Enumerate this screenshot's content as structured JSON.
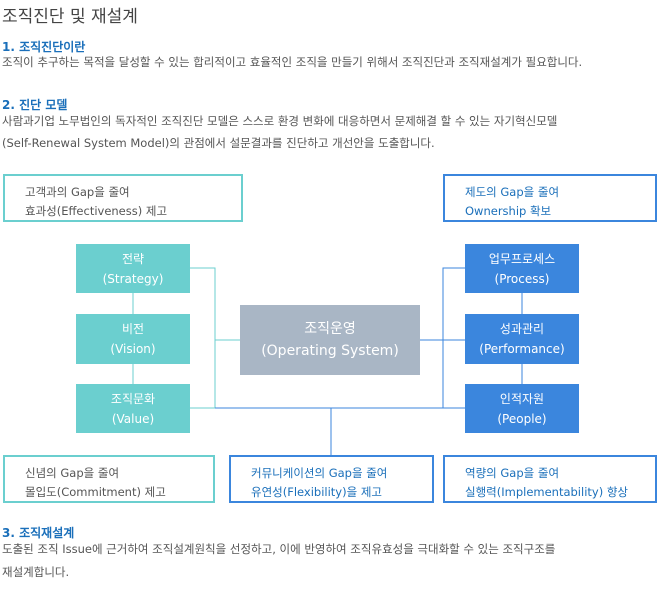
{
  "title": "조직진단 및 재설계",
  "section1": {
    "heading": "1. 조직진단이란",
    "text": "조직이 추구하는 목적을 달성할 수 있는 합리적이고 효율적인 조직을 만들기 위해서 조직진단과 조직재설계가 필요합니다."
  },
  "section2": {
    "heading": "2. 진단 모델",
    "line1": "사람과기업 노무법인의 독자적인 조직진단 모델은 스스로 환경 변화에 대응하면서 문제해결 할 수 있는 자기혁신모델",
    "line2": "(Self-Renewal System Model)의 관점에서 설문결과를 진단하고 개선안을 도출합니다."
  },
  "diagram": {
    "gap_top_left": {
      "line1": "고객과의 Gap을 줄여",
      "line2": "효과성(Effectiveness) 제고"
    },
    "gap_top_right": {
      "line1": "제도의 Gap을 줄여",
      "line2": "Ownership 확보"
    },
    "gap_bottom_left": {
      "line1": "신념의 Gap을 줄여",
      "line2": "몰입도(Commitment) 제고"
    },
    "gap_bottom_center": {
      "line1": "커뮤니케이션의 Gap을 줄여",
      "line2": "유연성(Flexibility)을 제고"
    },
    "gap_bottom_right": {
      "line1": "역량의 Gap을 줄여",
      "line2": "실행력(Implementability) 향상"
    },
    "left_boxes": [
      {
        "ko": "전략",
        "en": "(Strategy)"
      },
      {
        "ko": "비전",
        "en": "(Vision)"
      },
      {
        "ko": "조직문화",
        "en": "(Value)"
      }
    ],
    "right_boxes": [
      {
        "ko": "업무프로세스",
        "en": "(Process)"
      },
      {
        "ko": "성과관리",
        "en": "(Performance)"
      },
      {
        "ko": "인적자원",
        "en": "(People)"
      }
    ],
    "center": {
      "ko": "조직운영",
      "en": "(Operating System)"
    },
    "colors": {
      "teal": "#6bcfcf",
      "blue": "#3b86dd",
      "grey": "#a9b6c5"
    }
  },
  "section3": {
    "heading": "3. 조직재설계",
    "line1": "도출된 조직 Issue에 근거하여 조직설계원칙을 선정하고, 이에 반영하여 조직유효성을 극대화할 수 있는 조직구조를",
    "line2": "재설계합니다."
  }
}
